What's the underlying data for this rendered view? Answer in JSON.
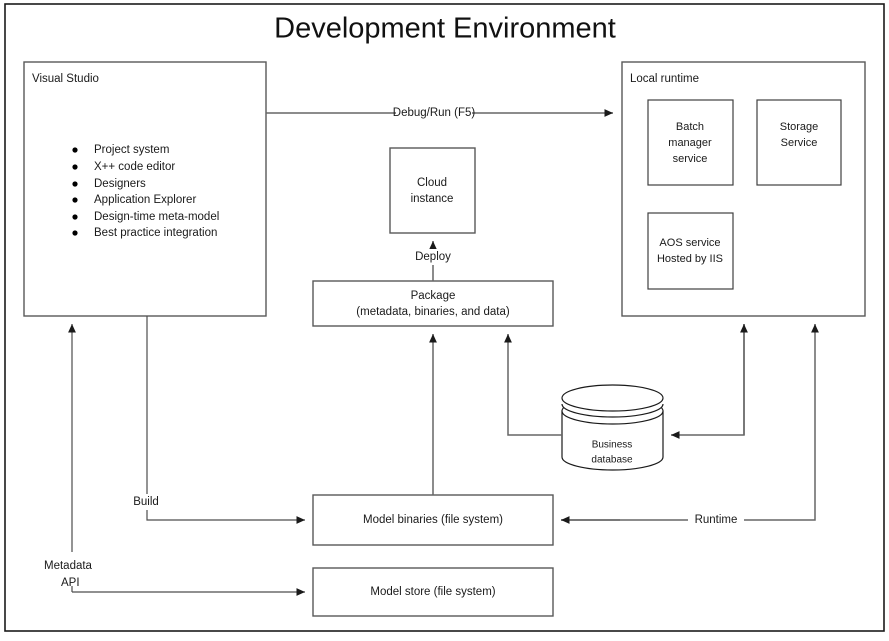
{
  "title": "Development Environment",
  "nodes": {
    "visual_studio": {
      "label": "Visual Studio",
      "bullets": [
        "Project system",
        "X++ code editor",
        "Designers",
        "Application Explorer",
        "Design-time meta-model",
        "Best practice integration"
      ]
    },
    "local_runtime": {
      "label": "Local runtime",
      "services": [
        {
          "name": "batch-manager-service",
          "lines": [
            "Batch",
            "manager",
            "service"
          ]
        },
        {
          "name": "storage-service",
          "lines": [
            "Storage",
            "Service"
          ]
        },
        {
          "name": "aos-service",
          "lines": [
            "AOS service",
            "Hosted by IIS"
          ]
        }
      ]
    },
    "cloud_instance": {
      "lines": [
        "Cloud",
        "instance"
      ]
    },
    "package": {
      "lines": [
        "Package",
        "(metadata, binaries, and data)"
      ]
    },
    "business_database": {
      "lines": [
        "Business",
        "database"
      ]
    },
    "model_binaries": {
      "label": "Model binaries (file system)"
    },
    "model_store": {
      "label": "Model store (file system)"
    }
  },
  "edges": {
    "debug_run": "Debug/Run (F5)",
    "deploy": "Deploy",
    "build": "Build",
    "metadata_api_line1": "Metadata",
    "metadata_api_line2": "API",
    "runtime": "Runtime"
  },
  "colors": {
    "background": "#ffffff",
    "frame_stroke": "#1a1a1a",
    "box_stroke": "#595959",
    "connector_stroke": "#666666",
    "text": "#1a1a1a"
  }
}
